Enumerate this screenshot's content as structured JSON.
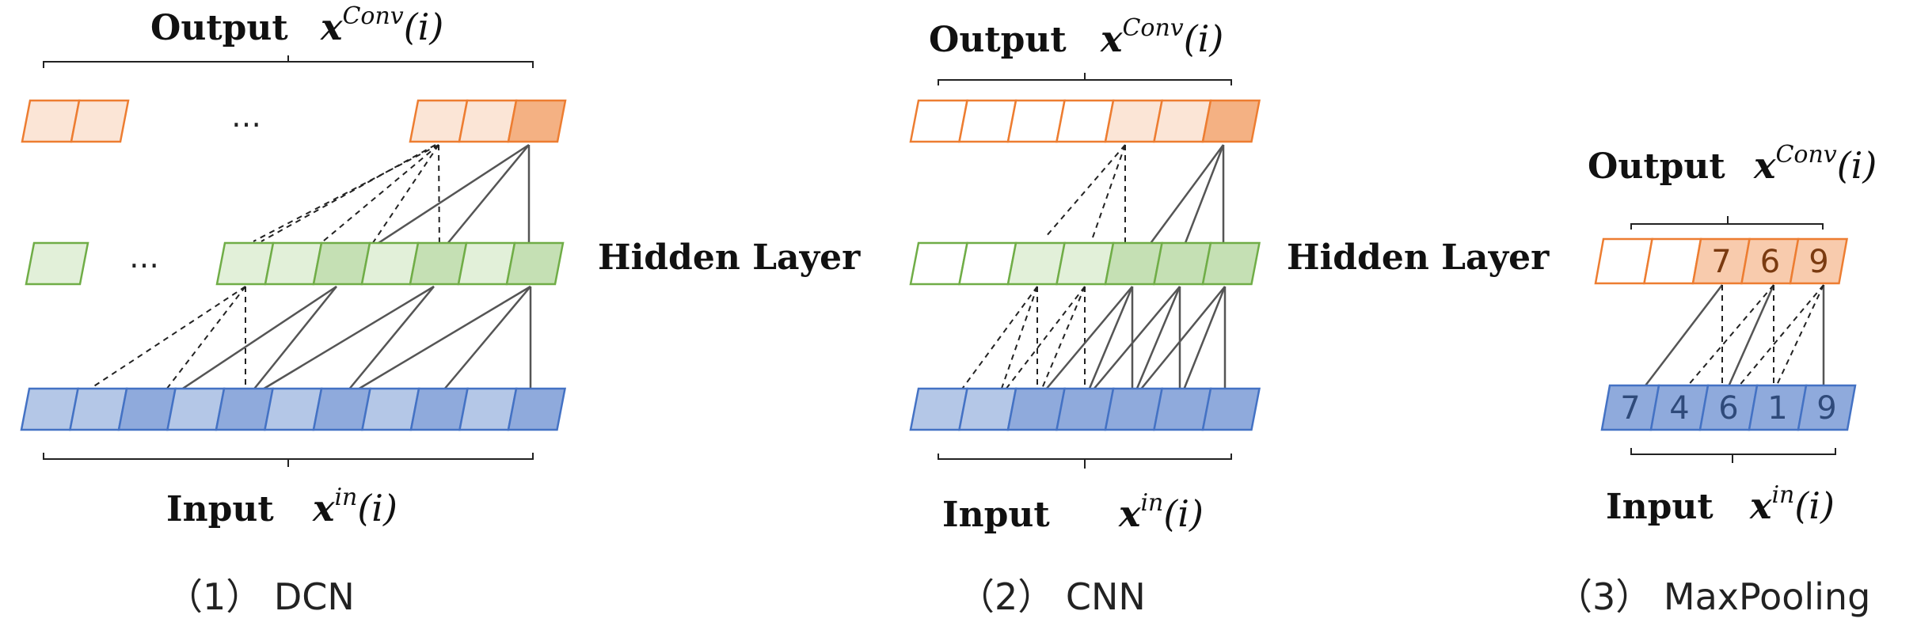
{
  "colors": {
    "output_stroke": "#ed7d31",
    "output_light": "#fbe5d6",
    "output_mid": "#f8cbad",
    "output_dark": "#f4b183",
    "hidden_stroke": "#70ad47",
    "hidden_light": "#e2f0d9",
    "hidden_dark": "#c5e0b4",
    "input_stroke": "#4472c4",
    "input_light": "#b4c7e7",
    "input_dark": "#8faadc",
    "line": "#555555",
    "dashed": "#222222"
  },
  "panels": [
    {
      "id": "dcn",
      "output_label": "Output",
      "output_symbol_base": "x",
      "output_symbol_sup": "Conv",
      "output_symbol_arg": "(i)",
      "hidden_label": "Hidden Layer",
      "ellipsis": "…",
      "input_label": "Input",
      "input_symbol_base": "x",
      "input_symbol_sup": "in",
      "input_symbol_arg": "(i)",
      "caption": "（1） DCN"
    },
    {
      "id": "cnn",
      "output_label": "Output",
      "output_symbol_base": "x",
      "output_symbol_sup": "Conv",
      "output_symbol_arg": "(i)",
      "hidden_label": "Hidden Layer",
      "input_label": "Input",
      "input_symbol_base": "x",
      "input_symbol_sup": "in",
      "input_symbol_arg": "(i)",
      "caption": "（2） CNN"
    },
    {
      "id": "maxpooling",
      "output_label": "Output",
      "output_symbol_base": "x",
      "output_symbol_sup": "Conv",
      "output_symbol_arg": "(i)",
      "input_label": "Input",
      "input_symbol_base": "x",
      "input_symbol_sup": "in",
      "input_symbol_arg": "(i)",
      "caption": "（3） MaxPooling",
      "output_values": [
        "",
        "",
        "7",
        "6",
        "9"
      ],
      "input_values": [
        "7",
        "4",
        "6",
        "1",
        "9"
      ]
    }
  ]
}
